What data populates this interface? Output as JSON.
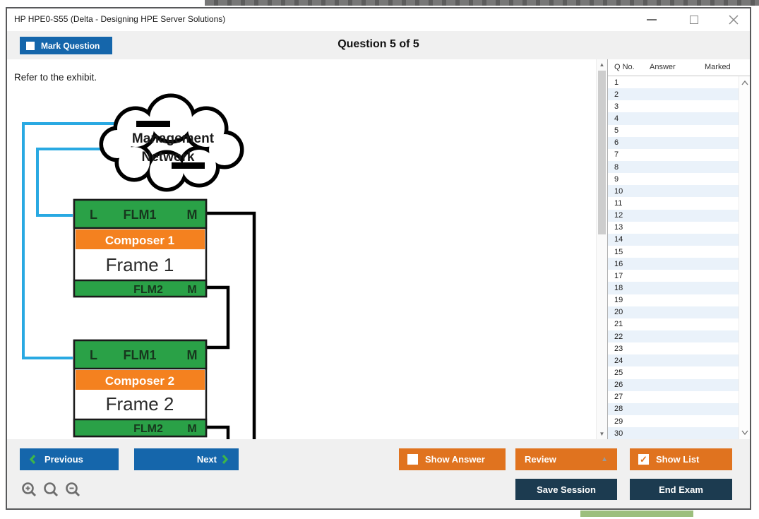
{
  "window": {
    "title": "HP HPE0-S55 (Delta - Designing HPE Server Solutions)"
  },
  "header": {
    "mark_question": "Mark Question",
    "question_counter": "Question 5 of 5"
  },
  "main": {
    "prompt": "Refer to the exhibit."
  },
  "diagram": {
    "cloud": {
      "line1": "Management",
      "line2": "Network"
    },
    "frames": [
      {
        "l": "L",
        "flm1": "FLM1",
        "m1": "M",
        "composer": "Composer 1",
        "name": "Frame 1",
        "flm2": "FLM2",
        "m2": "M"
      },
      {
        "l": "L",
        "flm1": "FLM1",
        "m1": "M",
        "composer": "Composer 2",
        "name": "Frame 2",
        "flm2": "FLM2",
        "m2": "M"
      }
    ],
    "colors": {
      "module_green": "#2aa147",
      "composer_orange": "#f4811f",
      "mgmt_wire": "#29a9e2",
      "link_wire": "#000000"
    }
  },
  "question_list": {
    "columns": [
      "Q No.",
      "Answer",
      "Marked"
    ],
    "rows": [
      {
        "q": "1",
        "answer": "",
        "marked": ""
      },
      {
        "q": "2",
        "answer": "",
        "marked": ""
      },
      {
        "q": "3",
        "answer": "",
        "marked": ""
      },
      {
        "q": "4",
        "answer": "",
        "marked": ""
      },
      {
        "q": "5",
        "answer": "",
        "marked": ""
      },
      {
        "q": "6",
        "answer": "",
        "marked": ""
      },
      {
        "q": "7",
        "answer": "",
        "marked": ""
      },
      {
        "q": "8",
        "answer": "",
        "marked": ""
      },
      {
        "q": "9",
        "answer": "",
        "marked": ""
      },
      {
        "q": "10",
        "answer": "",
        "marked": ""
      },
      {
        "q": "11",
        "answer": "",
        "marked": ""
      },
      {
        "q": "12",
        "answer": "",
        "marked": ""
      },
      {
        "q": "13",
        "answer": "",
        "marked": ""
      },
      {
        "q": "14",
        "answer": "",
        "marked": ""
      },
      {
        "q": "15",
        "answer": "",
        "marked": ""
      },
      {
        "q": "16",
        "answer": "",
        "marked": ""
      },
      {
        "q": "17",
        "answer": "",
        "marked": ""
      },
      {
        "q": "18",
        "answer": "",
        "marked": ""
      },
      {
        "q": "19",
        "answer": "",
        "marked": ""
      },
      {
        "q": "20",
        "answer": "",
        "marked": ""
      },
      {
        "q": "21",
        "answer": "",
        "marked": ""
      },
      {
        "q": "22",
        "answer": "",
        "marked": ""
      },
      {
        "q": "23",
        "answer": "",
        "marked": ""
      },
      {
        "q": "24",
        "answer": "",
        "marked": ""
      },
      {
        "q": "25",
        "answer": "",
        "marked": ""
      },
      {
        "q": "26",
        "answer": "",
        "marked": ""
      },
      {
        "q": "27",
        "answer": "",
        "marked": ""
      },
      {
        "q": "28",
        "answer": "",
        "marked": ""
      },
      {
        "q": "29",
        "answer": "",
        "marked": ""
      },
      {
        "q": "30",
        "answer": "",
        "marked": ""
      }
    ]
  },
  "footer": {
    "previous": "Previous",
    "next": "Next",
    "show_answer": "Show Answer",
    "review": "Review",
    "show_list": "Show List",
    "save_session": "Save Session",
    "end_exam": "End Exam",
    "checkboxes": {
      "mark_question": false,
      "show_answer": false,
      "show_list": true
    }
  },
  "icons": [
    "minimize-icon",
    "maximize-icon",
    "close-icon",
    "prev-chevron-icon",
    "next-chevron-icon",
    "review-expand-icon",
    "zoom-in-icon",
    "zoom-icon",
    "zoom-out-icon",
    "scroll-up-icon",
    "scroll-down-icon",
    "list-scroll-up-icon",
    "list-scroll-down-icon"
  ]
}
